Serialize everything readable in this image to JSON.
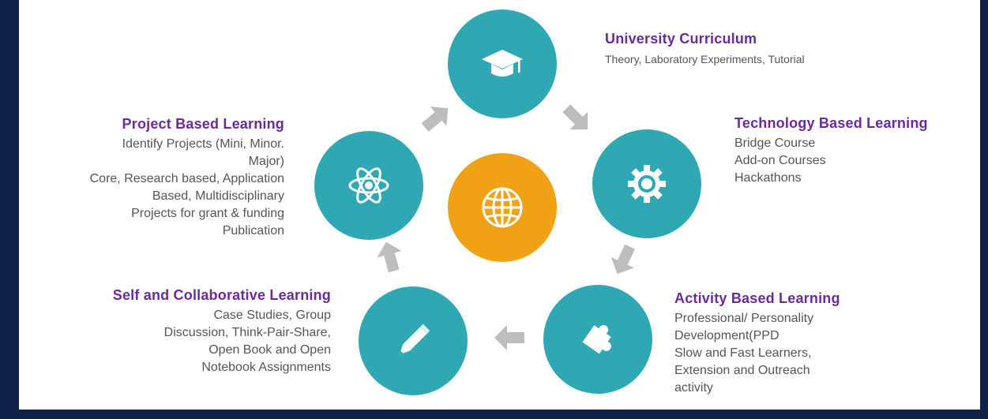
{
  "colors": {
    "teal": "#2fa8b3",
    "orange": "#f1a115",
    "arrow": "#bdbdbd",
    "title": "#6a2a9e",
    "text": "#555555",
    "frame": "#0f2248"
  },
  "nodes": {
    "university": {
      "icon": "graduation-cap-icon",
      "title": "University Curriculum",
      "lines": [
        "Theory, Laboratory Experiments, Tutorial"
      ]
    },
    "technology": {
      "icon": "gear-icon",
      "title": "Technology Based Learning",
      "lines": [
        "Bridge Course",
        "Add-on Courses",
        "Hackathons"
      ]
    },
    "activity": {
      "icon": "puzzle-icon",
      "title": "Activity Based Learning",
      "lines": [
        "Professional/ Personality",
        "Development(PPD",
        "Slow and Fast Learners,",
        "Extension and Outreach",
        "activity"
      ]
    },
    "self": {
      "icon": "pencil-icon",
      "title": "Self and Collaborative Learning",
      "lines": [
        "Case Studies, Group",
        "Discussion, Think-Pair-Share,",
        "Open Book and Open",
        "Notebook Assignments"
      ]
    },
    "project": {
      "icon": "atom-icon",
      "title": "Project Based Learning",
      "lines": [
        "Identify Projects (Mini, Minor.",
        "Major)",
        "Core, Research based, Application",
        "Based, Multidisciplinary",
        "Projects for grant & funding",
        "Publication"
      ]
    },
    "center": {
      "icon": "globe-icon"
    }
  }
}
